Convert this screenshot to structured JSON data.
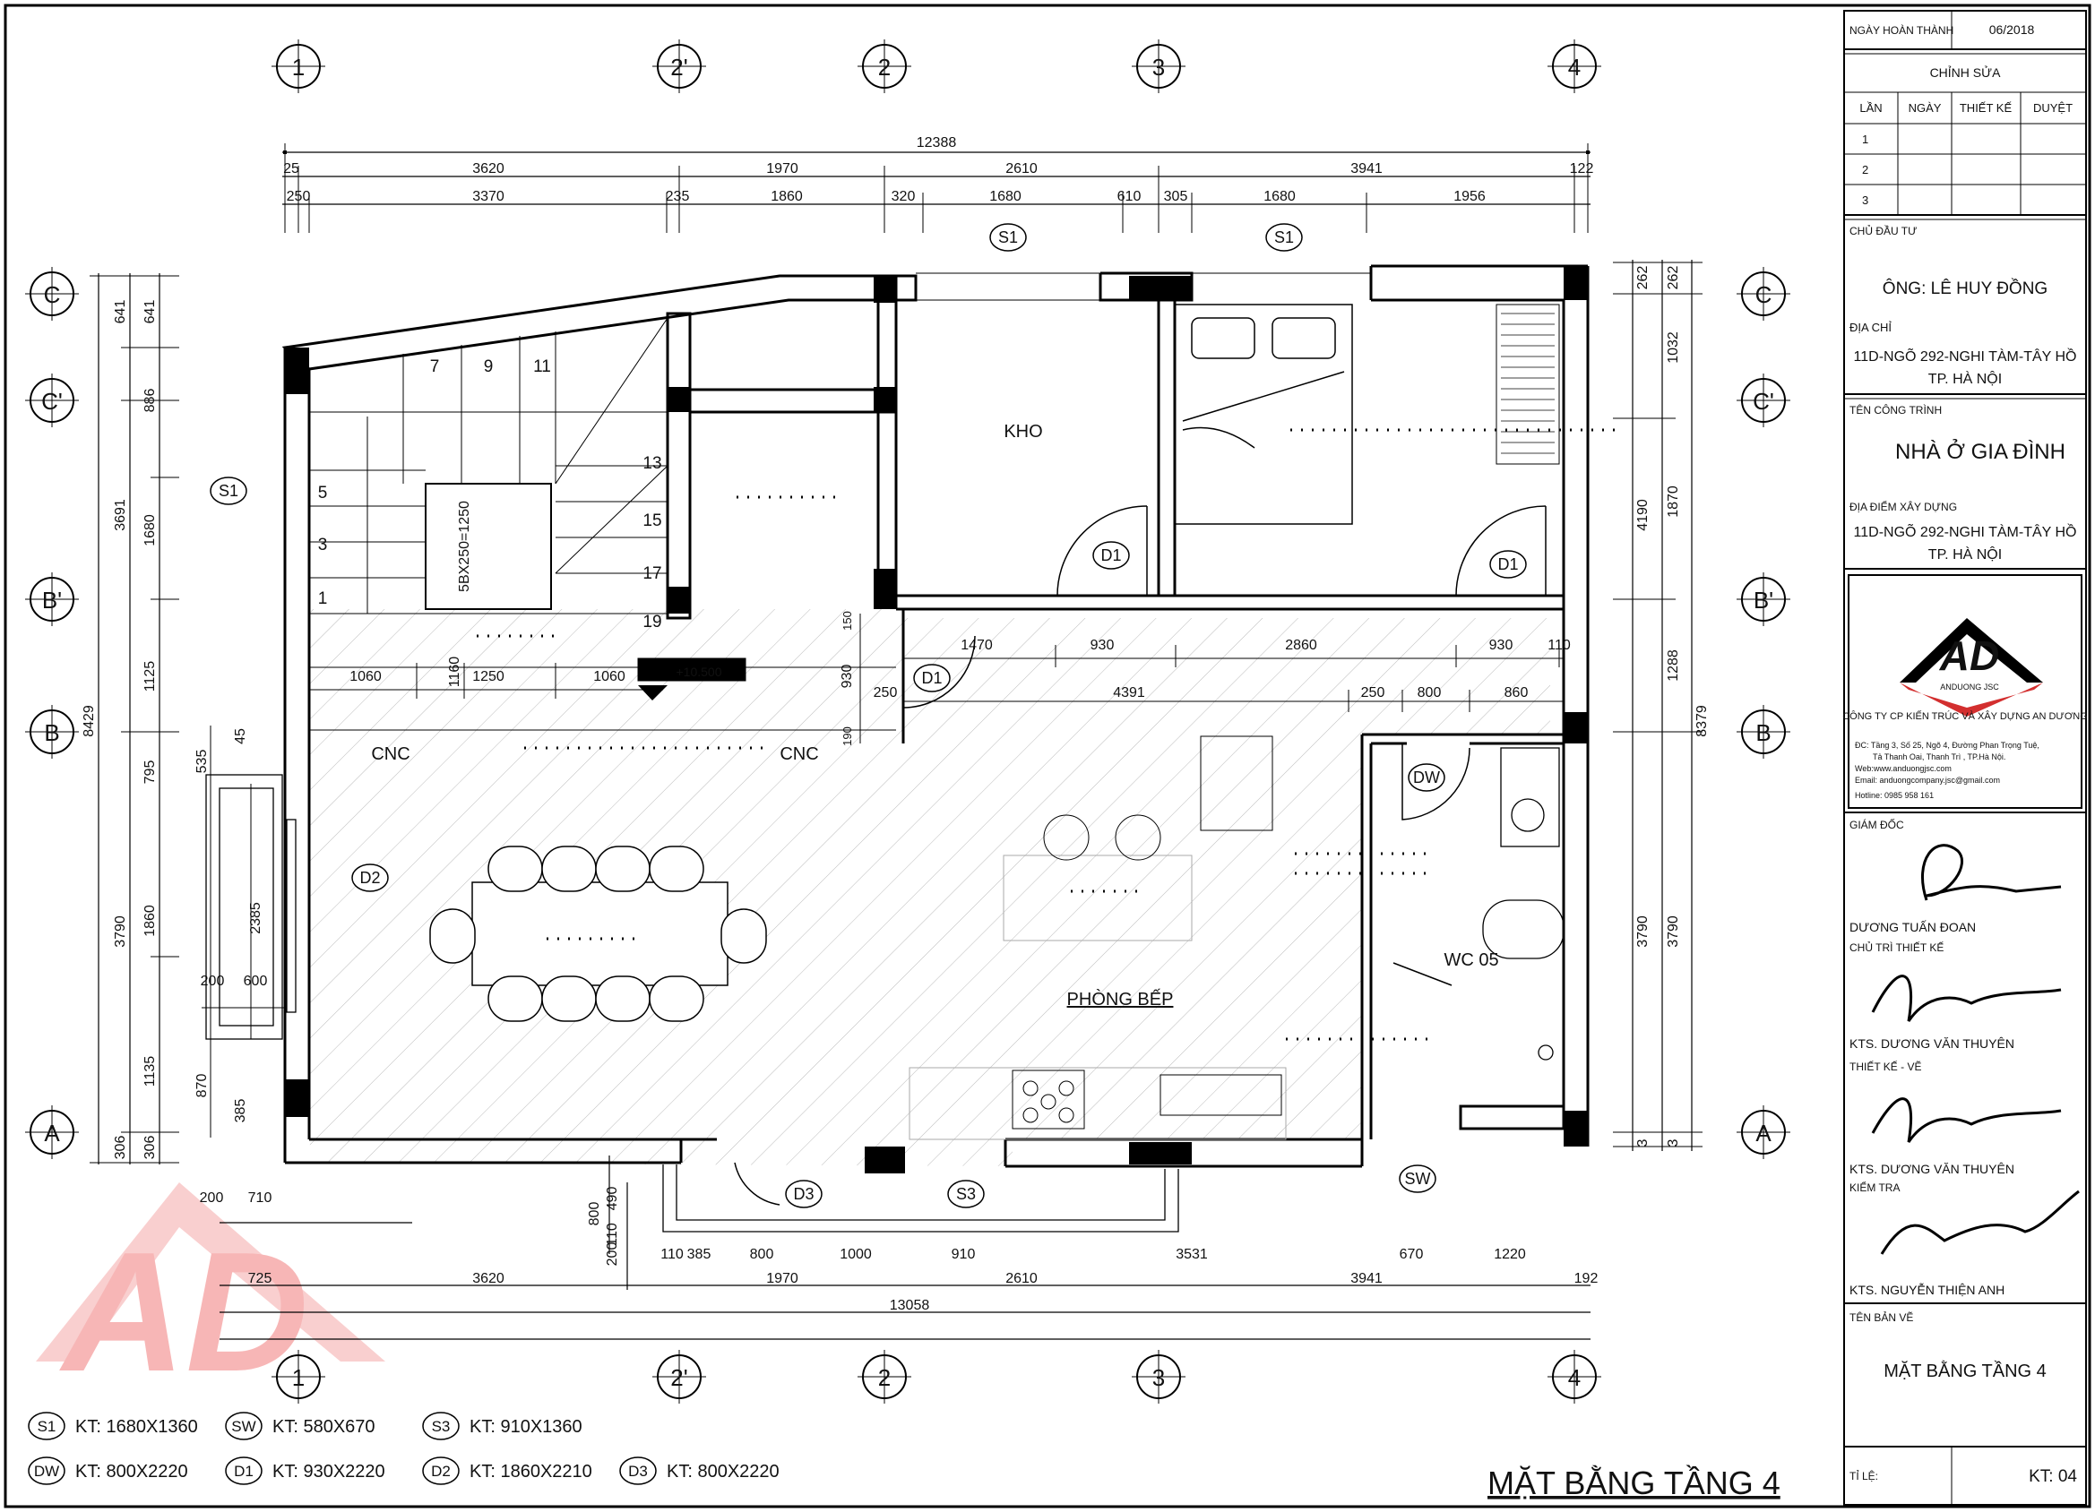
{
  "axes": {
    "top": [
      "1",
      "2'",
      "2",
      "3",
      "4"
    ],
    "bottom": [
      "1",
      "2'",
      "2",
      "3",
      "4"
    ],
    "left": [
      "C",
      "C'",
      "B'",
      "B",
      "A"
    ],
    "right": [
      "C",
      "C'",
      "B'",
      "B",
      "A"
    ]
  },
  "top_dims": {
    "overall": "12388",
    "row1": [
      "25",
      "3620",
      "1970",
      "2610",
      "3941",
      "122"
    ],
    "row2": [
      "250",
      "3370",
      "235",
      "1860",
      "320",
      "1680",
      "610",
      "305",
      "1680",
      "1956"
    ]
  },
  "bottom_dims": {
    "row1": [
      "200",
      "710",
      "490"
    ],
    "row2": [
      "110",
      "385",
      "800",
      "1000",
      "910",
      "3531",
      "670",
      "1220"
    ],
    "row3": [
      "725",
      "3620",
      "1970",
      "2610",
      "3941",
      "192"
    ],
    "overall": "13058",
    "vert": [
      "800",
      "110",
      "200"
    ]
  },
  "left_dims": {
    "overall": "8429",
    "row1": [
      "641",
      "3691",
      "3790",
      "306"
    ],
    "row2": [
      "641",
      "886",
      "1680",
      "1125",
      "795",
      "1860",
      "1135",
      "306"
    ],
    "side": [
      "535",
      "45",
      "200",
      "600",
      "2385",
      "870",
      "385"
    ]
  },
  "right_dims": {
    "overall": "8379",
    "row1": [
      "262",
      "4190",
      "3790",
      "3"
    ],
    "row2": [
      "262",
      "1032",
      "1870",
      "1288",
      "3790",
      "3"
    ]
  },
  "inner_dims": {
    "corridor": [
      "1470",
      "930",
      "2860",
      "930",
      "110"
    ],
    "corridor2": [
      "250",
      "4391",
      "250",
      "800",
      "860"
    ],
    "stair": [
      "1060",
      "1160",
      "1250",
      "1060"
    ],
    "vert": [
      "150",
      "930",
      "190"
    ],
    "stair_flight": "5BX250=1250",
    "level": "+10.500"
  },
  "stair_steps": [
    "7",
    "9",
    "11",
    "13",
    "15",
    "17",
    "19",
    "5",
    "3",
    "1"
  ],
  "rooms": {
    "kho": "KHO",
    "phong_bep": "PHÒNG BẾP",
    "wc": "WC 05",
    "cnc1": "CNC",
    "cnc2": "CNC"
  },
  "tags": {
    "s1_top1": "S1",
    "s1_top2": "S1",
    "s1_left": "S1",
    "d1_a": "D1",
    "d1_b": "D1",
    "d1_c": "D1",
    "d2": "D2",
    "dw": "DW",
    "d3": "D3",
    "s3": "S3",
    "sw": "SW"
  },
  "legend": [
    {
      "tag": "S1",
      "text": "KT: 1680X1360"
    },
    {
      "tag": "SW",
      "text": "KT: 580X670"
    },
    {
      "tag": "S3",
      "text": "KT: 910X1360"
    },
    {
      "tag": "DW",
      "text": "KT: 800X2220"
    },
    {
      "tag": "D1",
      "text": "KT: 930X2220"
    },
    {
      "tag": "D2",
      "text": "KT: 1860X2210"
    },
    {
      "tag": "D3",
      "text": "KT: 800X2220"
    }
  ],
  "drawing_title": "MẶT BẰNG TẦNG 4",
  "watermark": "AD",
  "title_block": {
    "completion_label": "NGÀY HOÀN THÀNH",
    "completion_value": "06/2018",
    "revision_label": "CHỈNH SỬA",
    "rev_headers": [
      "LẦN",
      "NGÀY",
      "THIẾT KẾ",
      "DUYỆT"
    ],
    "rev_rows": [
      "1",
      "2",
      "3"
    ],
    "owner_label": "CHỦ ĐẦU TƯ",
    "owner_value": "ÔNG: LÊ HUY ĐỒNG",
    "address_label": "ĐỊA CHỈ",
    "address_line1": "11D-NGÕ 292-NGHI TÀM-TÂY HỒ",
    "address_line2": "TP. HÀ NỘI",
    "project_label": "TÊN CÔNG TRÌNH",
    "project_value": "NHÀ Ở GIA ĐÌNH",
    "location_label": "ĐỊA ĐIỂM XÂY DỰNG",
    "location_line1": "11D-NGÕ 292-NGHI TÀM-TÂY HỒ",
    "location_line2": "TP. HÀ NỘI",
    "logo_text": "AD",
    "logo_sub": "ANDUONG JSC",
    "company": "CÔNG TY CP KIẾN TRÚC VÀ XÂY DỰNG AN DƯƠNG",
    "company_info": [
      "ĐC: Tầng 3, Số 25, Ngõ 4, Đường Phan Trọng Tuệ,",
      "Tả Thanh Oai, Thanh Trì , TP.Hà Nội.",
      "Web:www.anduongjsc.com",
      "Email: anduongcompany.jsc@gmail.com",
      "Hotline:  0985 958 161"
    ],
    "director_label": "GIÁM ĐỐC",
    "director_name": "DƯƠNG TUẤN ĐOAN",
    "chief_label": "CHỦ TRÌ THIẾT KẾ",
    "chief_name": "KTS. DƯƠNG VĂN THUYÊN",
    "designer_label": "THIẾT KẾ - VẼ",
    "designer_name": "KTS. DƯƠNG VĂN THUYÊN",
    "checker_label": "KIỂM TRA",
    "checker_name": "KTS. NGUYỄN THIỆN ANH",
    "sheet_label": "TÊN BẢN VẼ",
    "sheet_value": "MẶT BẰNG TẦNG 4",
    "scale_label": "TỈ LỆ:",
    "code": "KT: 04"
  }
}
